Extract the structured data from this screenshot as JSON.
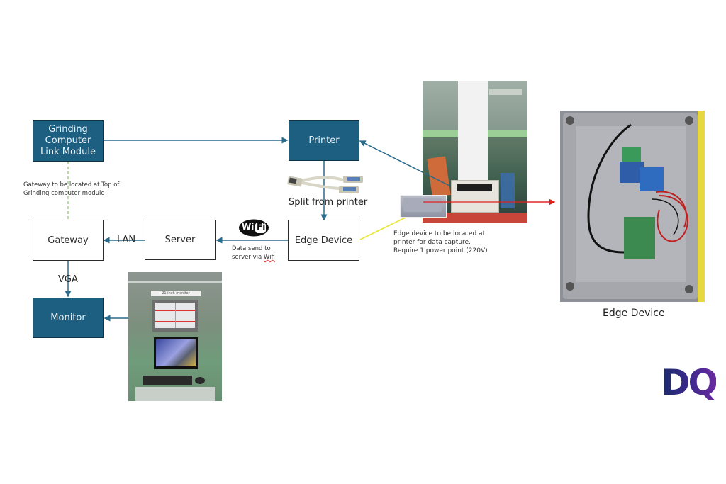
{
  "diagram": {
    "nodes": {
      "grinding": {
        "label": "Grinding Computer Link Module",
        "lines": [
          "Grinding",
          "Computer",
          "Link Module"
        ],
        "style": "filled"
      },
      "printer": {
        "label": "Printer",
        "style": "filled"
      },
      "edge_device": {
        "label": "Edge Device",
        "style": "outline"
      },
      "server": {
        "label": "Server",
        "style": "outline"
      },
      "gateway": {
        "label": "Gateway",
        "style": "outline"
      },
      "monitor": {
        "label": "Monitor",
        "style": "filled"
      }
    },
    "connections": [
      {
        "from": "grinding",
        "to": "printer",
        "label": ""
      },
      {
        "from": "printer",
        "to": "edge_device",
        "label": "Split from printer"
      },
      {
        "from": "edge_device",
        "to": "server",
        "label": "Data send to server via Wifi"
      },
      {
        "from": "server",
        "to": "gateway",
        "label": "LAN"
      },
      {
        "from": "gateway",
        "to": "monitor",
        "label": "VGA"
      },
      {
        "from": "grinding",
        "to": "gateway",
        "label": "Gateway to be located at Top of Grinding computer module",
        "style": "dashed"
      }
    ],
    "labels": {
      "lan": "LAN",
      "vga": "VGA",
      "split": "Split from printer",
      "wifi_note_line1": "Data send to",
      "wifi_note_line2_prefix": "server via ",
      "wifi_note_line2_word": "Wifi",
      "gateway_note_line1": "Gateway to be located at Top of",
      "gateway_note_line2": "Grinding computer module",
      "edge_note_line1": "Edge device to be located at",
      "edge_note_line2": "printer for data capture.",
      "edge_note_line3": "Require 1 power point (220V)",
      "edge_photo_caption": "Edge Device",
      "monitor_photo_tag": "21 inch monitor"
    },
    "wifi_logo": {
      "left": "Wi",
      "right": "Fi"
    },
    "brand_logo": "DQ",
    "colors": {
      "node_fill": "#1c5f80",
      "connector": "#2a6a8a",
      "dashed": "#8dc26a",
      "highlight_line": "#e8e83a",
      "pointer_arrow": "#e02020",
      "logo_start": "#1b2a6b",
      "logo_end": "#6a2aa0"
    }
  }
}
